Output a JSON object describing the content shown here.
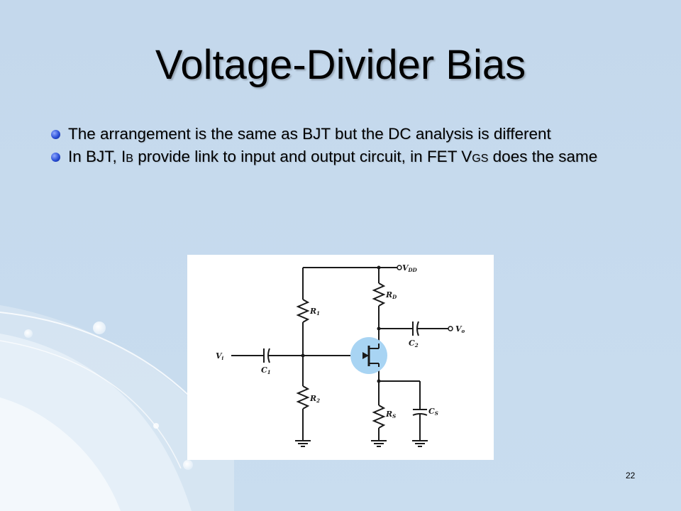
{
  "slide": {
    "title": "Voltage-Divider Bias",
    "page_number": "22"
  },
  "bullets": [
    {
      "text": "The arrangement is the same as BJT but the DC analysis is different"
    },
    {
      "pre": "In BJT, I",
      "sub1": "B",
      "mid": " provide link to input and output circuit, in FET V",
      "sub2": "GS",
      "post": " does the same"
    }
  ],
  "circuit": {
    "labels": {
      "vdd": "V",
      "vdd_sub": "DD",
      "rd": "R",
      "rd_sub": "D",
      "r1": "R",
      "r1_sub": "1",
      "vo": "V",
      "vo_sub": "o",
      "c2": "C",
      "c2_sub": "2",
      "vi": "V",
      "vi_sub": "i",
      "c1": "C",
      "c1_sub": "1",
      "r2": "R",
      "r2_sub": "2",
      "rs": "R",
      "rs_sub": "S",
      "cs": "C",
      "cs_sub": "S"
    },
    "colors": {
      "wire": "#1a1a1a",
      "transistor_highlight": "#a8d4f3"
    }
  }
}
